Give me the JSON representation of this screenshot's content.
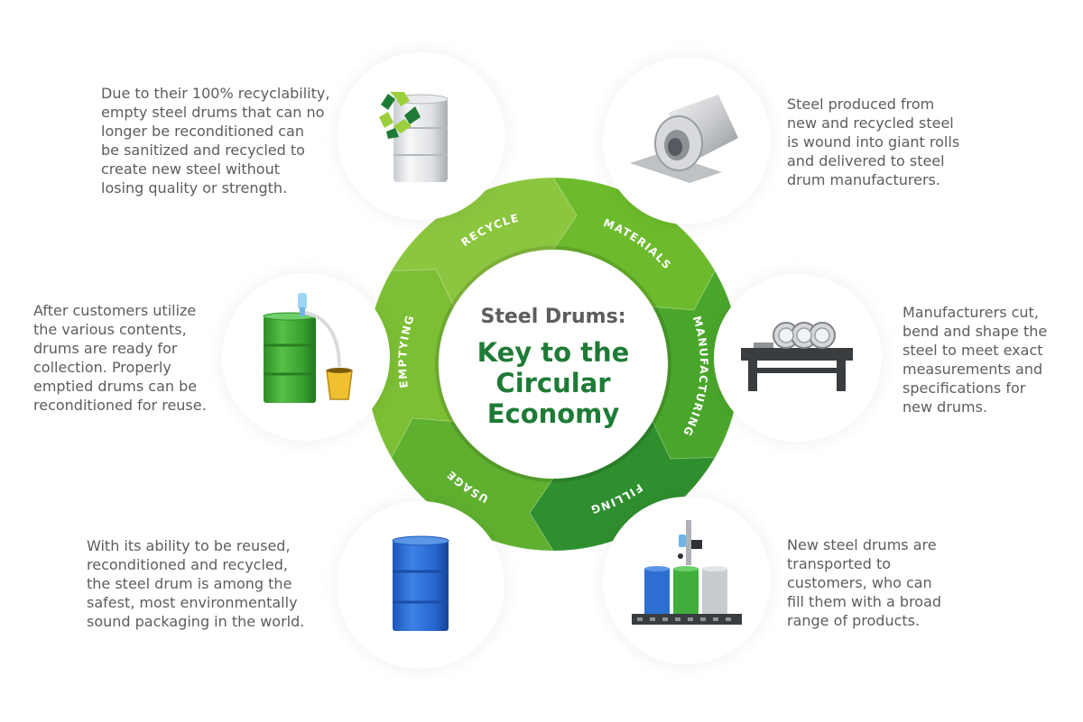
{
  "title": {
    "line1": "Steel Drums:",
    "line2": "Key to the",
    "line3": "Circular",
    "line4": "Economy"
  },
  "stages": [
    {
      "label": "RECYCLE",
      "icon": "recycle-drum-icon"
    },
    {
      "label": "MATERIALS",
      "icon": "steel-roll-icon"
    },
    {
      "label": "MANUFACTURING",
      "icon": "manufacturing-table-icon"
    },
    {
      "label": "FILLING",
      "icon": "filling-station-icon"
    },
    {
      "label": "USAGE",
      "icon": "blue-drum-icon"
    },
    {
      "label": "EMPTYING",
      "icon": "emptying-drum-icon"
    }
  ],
  "descriptions": {
    "recycle": "Due to their 100% recyclability,\nempty steel drums that can no\nlonger be reconditioned can\nbe sanitized and recycled to\ncreate new steel without\nlosing quality or strength.",
    "materials": "Steel produced from\nnew and recycled steel\nis wound into giant rolls\nand delivered to steel\ndrum manufacturers.",
    "manufacturing": "Manufacturers cut,\nbend and shape the\nsteel to meet exact\nmeasurements and\nspecifications for\nnew drums.",
    "filling": "New steel drums are\ntransported to\ncustomers, who can\nfill them with a broad\nrange of products.",
    "usage": "With its ability to be reused,\nreconditioned and recycled,\nthe steel drum is among the\nsafest, most environmentally\nsound packaging in the world.",
    "emptying": "After customers utilize\nthe various contents,\ndrums are ready for\ncollection. Properly\nemptied drums can be\nreconditioned for reuse."
  },
  "colors": {
    "ring_light": "#8cc63f",
    "ring_mid": "#5fb02f",
    "ring_dark": "#1f7a3a",
    "title_gray": "#5d5d5d",
    "title_green": "#1e7b36",
    "text_gray": "#5d5d5d"
  }
}
